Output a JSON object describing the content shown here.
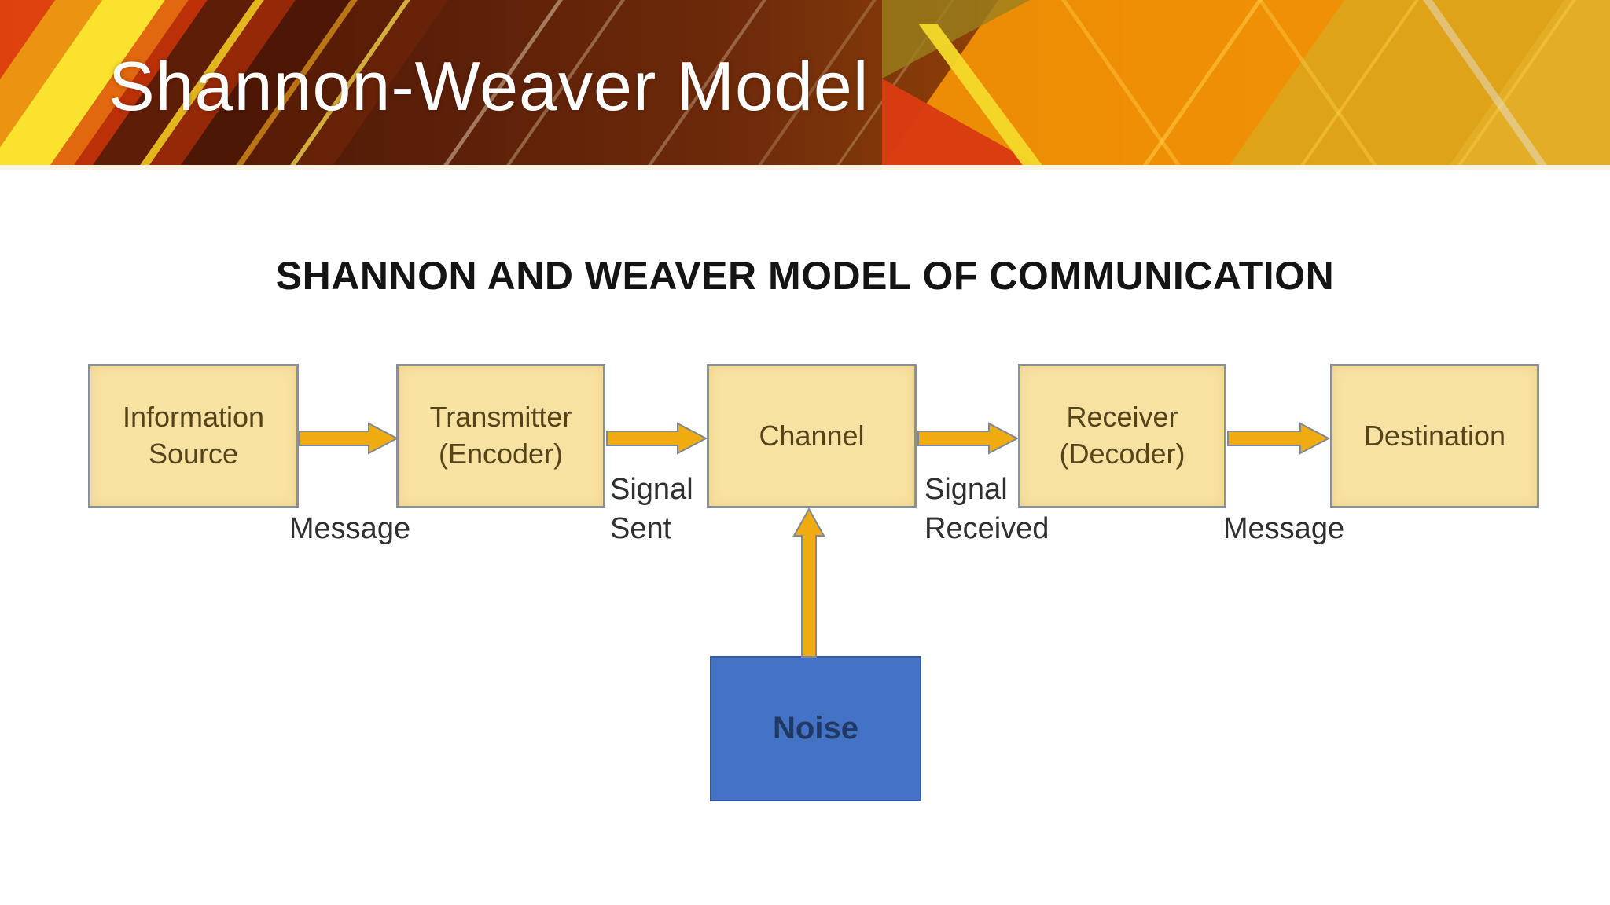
{
  "slide_title": "Shannon-Weaver Model",
  "diagram": {
    "heading": "SHANNON AND WEAVER MODEL OF COMMUNICATION",
    "nodes": [
      {
        "id": "information-source",
        "label": "Information\nSource"
      },
      {
        "id": "transmitter",
        "label": "Transmitter\n(Encoder)"
      },
      {
        "id": "channel",
        "label": "Channel"
      },
      {
        "id": "receiver",
        "label": "Receiver\n(Decoder)"
      },
      {
        "id": "destination",
        "label": "Destination"
      }
    ],
    "noise_label": "Noise",
    "flow_labels": [
      {
        "id": "message-1",
        "label": "Message"
      },
      {
        "id": "signal-sent",
        "label": "Signal\nSent"
      },
      {
        "id": "signal-received",
        "label": "Signal\nReceived"
      },
      {
        "id": "message-2",
        "label": "Message"
      }
    ]
  },
  "colors": {
    "box_fill": "#F8E2A2",
    "box_border": "#8b9097",
    "box_text": "#55431a",
    "noise_fill": "#4472C4",
    "noise_text": "#1F3864",
    "arrow_fill": "#F0AB10",
    "arrow_stroke": "#7E8899",
    "label_text": "#2f2f2f",
    "heading_text": "#141414",
    "title_text": "#ffffff",
    "header_dark": "#4E1705",
    "header_orange": "#F08F05",
    "header_gold": "#DCA51B",
    "header_yellow_stripe": "#FBE22C",
    "header_red_stripe": "#C33108"
  }
}
